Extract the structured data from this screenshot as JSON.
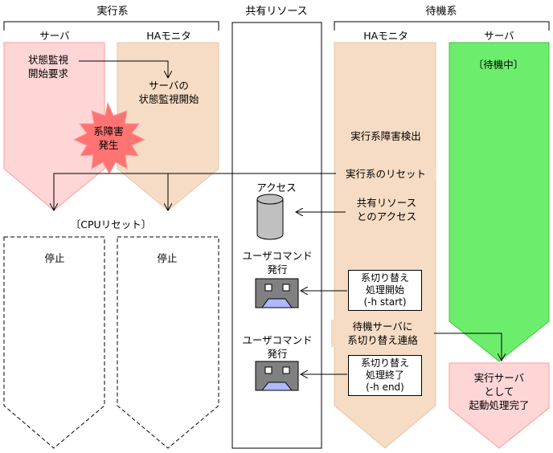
{
  "headers": {
    "active_system": "実行系",
    "shared_resource": "共有リソース",
    "standby_system": "待機系"
  },
  "columns": {
    "active_server": "サーバ",
    "active_ha_monitor": "HAモニタ",
    "standby_ha_monitor": "HAモニタ",
    "standby_server": "サーバ"
  },
  "active": {
    "monitor_request": "状態監視\n開始要求",
    "monitor_start": "サーバの\n状態監視開始",
    "failure": "系障害\n発生",
    "cpu_reset": "〔CPUリセット〕",
    "stopped_server": "停止",
    "stopped_ha": "停止"
  },
  "shared": {
    "access": "アクセス",
    "user_command_1": "ユーザコマンド\n発行",
    "user_command_2": "ユーザコマンド\n発行"
  },
  "standby": {
    "failure_detect": "実行系障害検出",
    "reset": "実行系のリセット",
    "shared_access": "共有リソース\nとのアクセス",
    "switch_start": "系切り替え\n処理開始\n(-h start)",
    "notify": "待機サーバに\n系切り替え連絡",
    "switch_end": "系切り替え\n処理終了\n(-h end)",
    "waiting": "〔待機中〕",
    "started": "実行サーバ\nとして\n起動処理完了"
  },
  "colors": {
    "server_active": "#ffd6d6",
    "ha_fill": "#f6dcc4",
    "standby_server": "#6cee6c",
    "starburst": "#ff7373",
    "disk": "#c0c0c0",
    "terminal": "#808080",
    "terminal_screen": "#b0b8ff"
  }
}
